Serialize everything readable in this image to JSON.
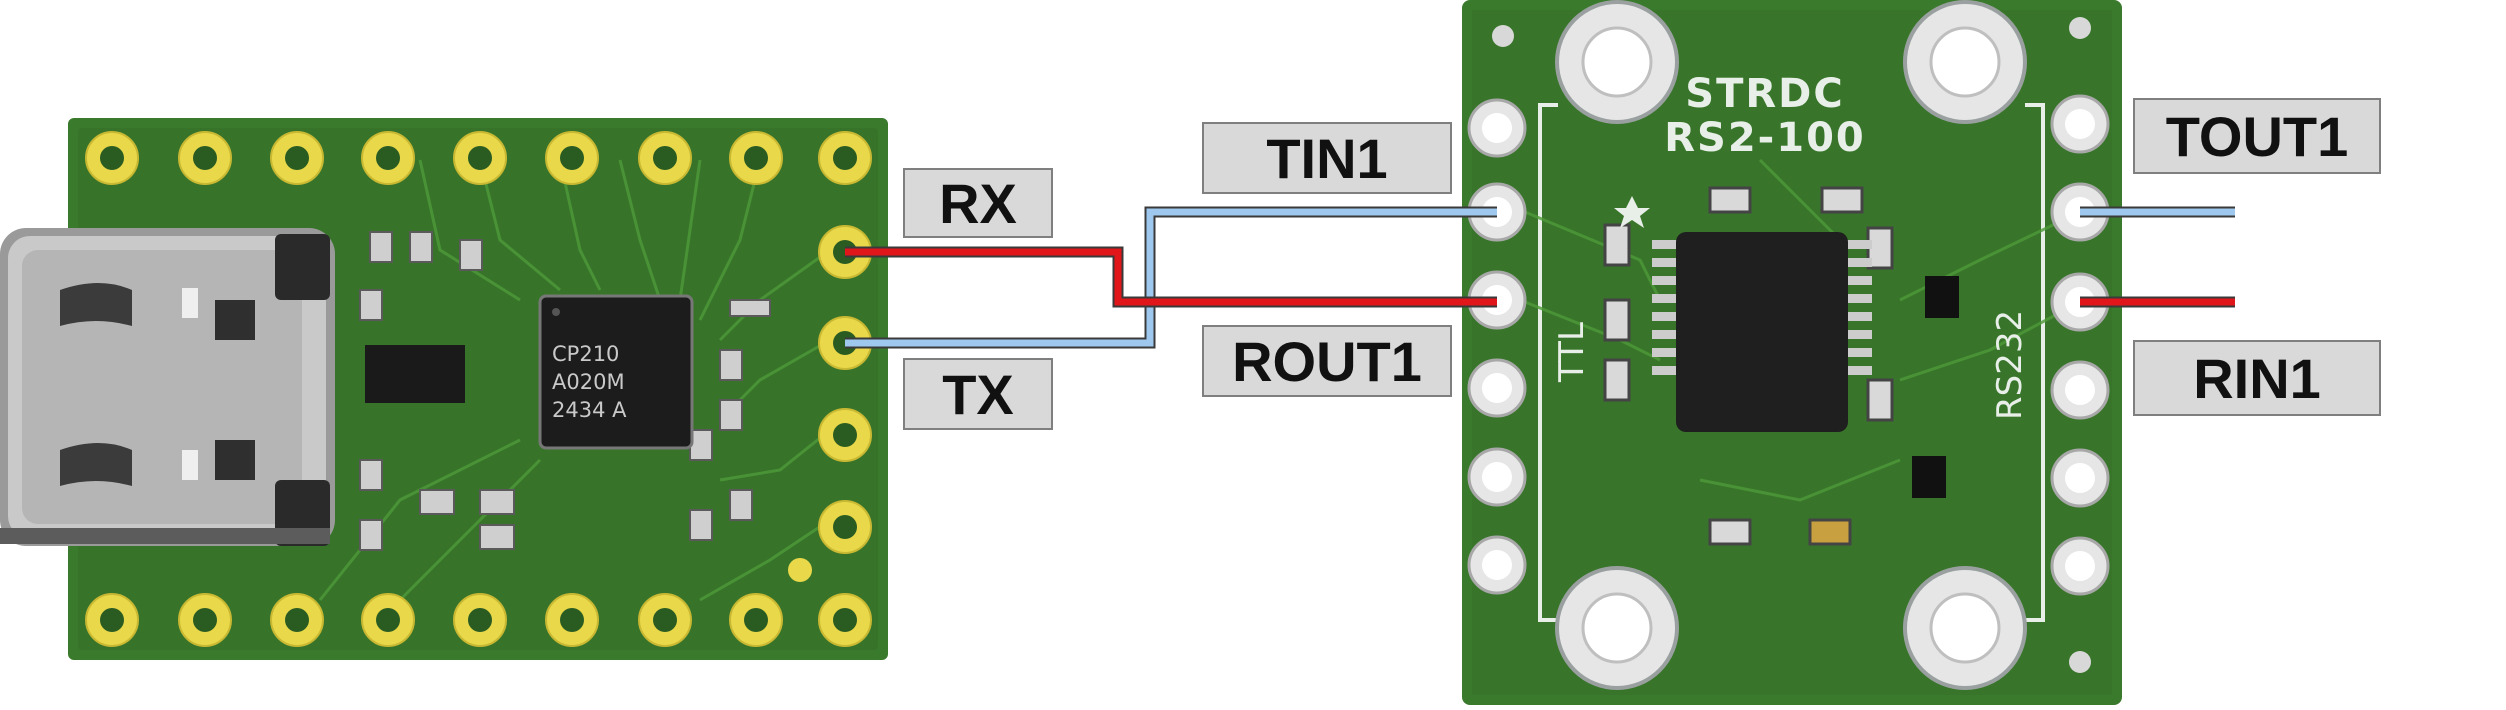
{
  "usb_board": {
    "chip": {
      "line1": "CP210",
      "line2": "A020M",
      "line3": "2434 A"
    }
  },
  "rs232_board": {
    "title_line1": "STRDC",
    "title_line2": "RS2-100",
    "ttl_label": "TTL",
    "rs232_label": "RS232"
  },
  "labels": {
    "rx": "RX",
    "tx": "TX",
    "tin1": "TIN1",
    "rout1": "ROUT1",
    "tout1": "TOUT1",
    "rin1": "RIN1"
  },
  "colors": {
    "red_wire": "#e0161b",
    "blue_wire": "#9ec8ee",
    "pcb_green": "#3a7a2c",
    "pcb_green_dark": "#2f6a28",
    "gold_pad": "#e8d84a"
  }
}
